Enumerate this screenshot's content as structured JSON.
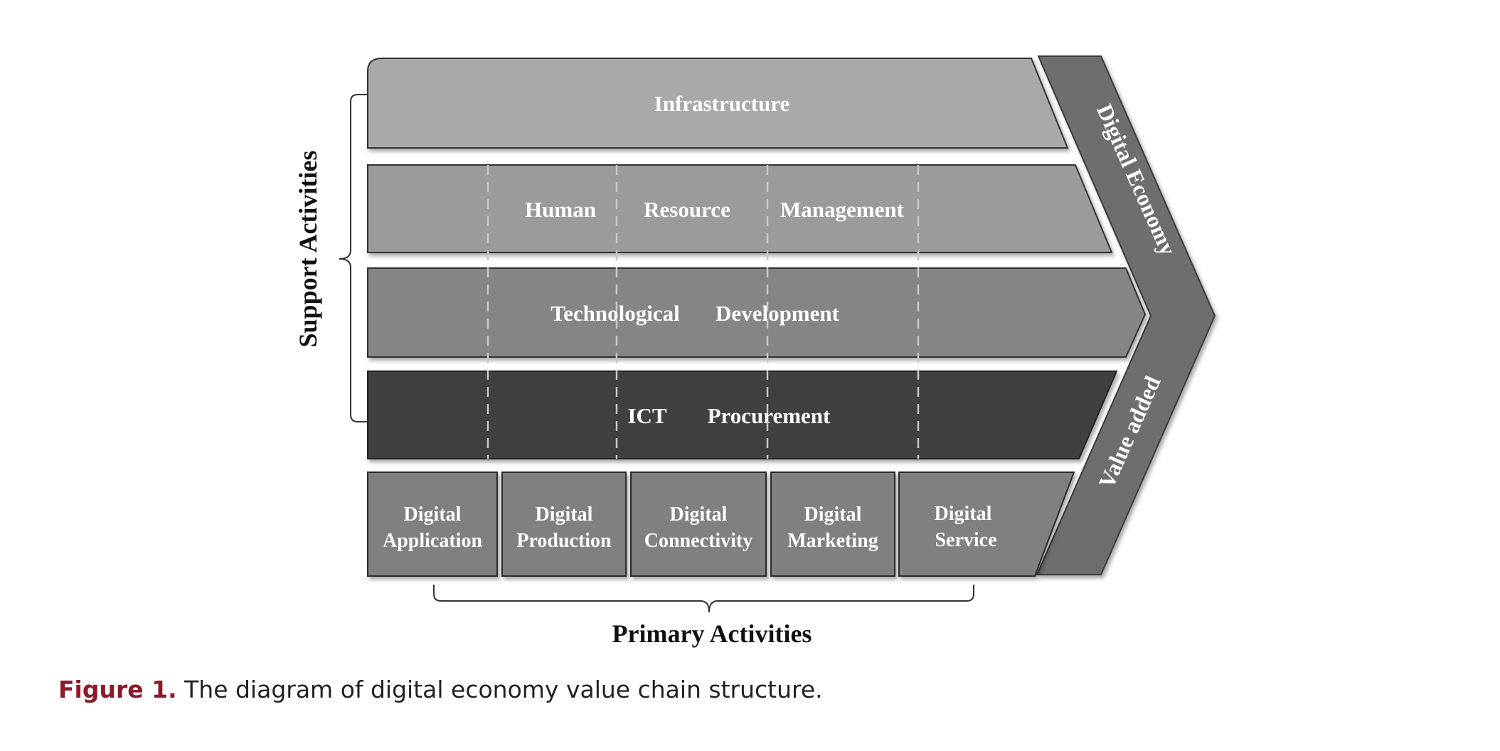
{
  "figure": {
    "label": "Figure 1.",
    "caption": " The diagram of digital economy value chain structure."
  },
  "support": {
    "group_label": "Support Activities",
    "infrastructure": "Infrastructure",
    "hrm": {
      "word1": "Human",
      "word2": "Resource",
      "word3": "Management"
    },
    "tech": {
      "word1": "Technological",
      "word2": "Development"
    },
    "ict": {
      "word1": "ICT",
      "word2": "Procurement"
    }
  },
  "primary": {
    "group_label": "Primary Activities",
    "boxes": [
      {
        "line1": "Digital",
        "line2": "Application"
      },
      {
        "line1": "Digital",
        "line2": "Production"
      },
      {
        "line1": "Digital",
        "line2": "Connectivity"
      },
      {
        "line1": "Digital",
        "line2": "Marketing"
      },
      {
        "line1": "Digital",
        "line2": "Service"
      }
    ]
  },
  "chevron": {
    "top_label": "Digital Economy",
    "bottom_label": "Value added"
  },
  "colors": {
    "infrastructure": "#a9a9a9",
    "hrm": "#9b9b9b",
    "tech": "#858585",
    "ict": "#404040",
    "primary": "#808080",
    "chevron": "#6e6e6e",
    "caption_accent": "#8b1a2b"
  }
}
